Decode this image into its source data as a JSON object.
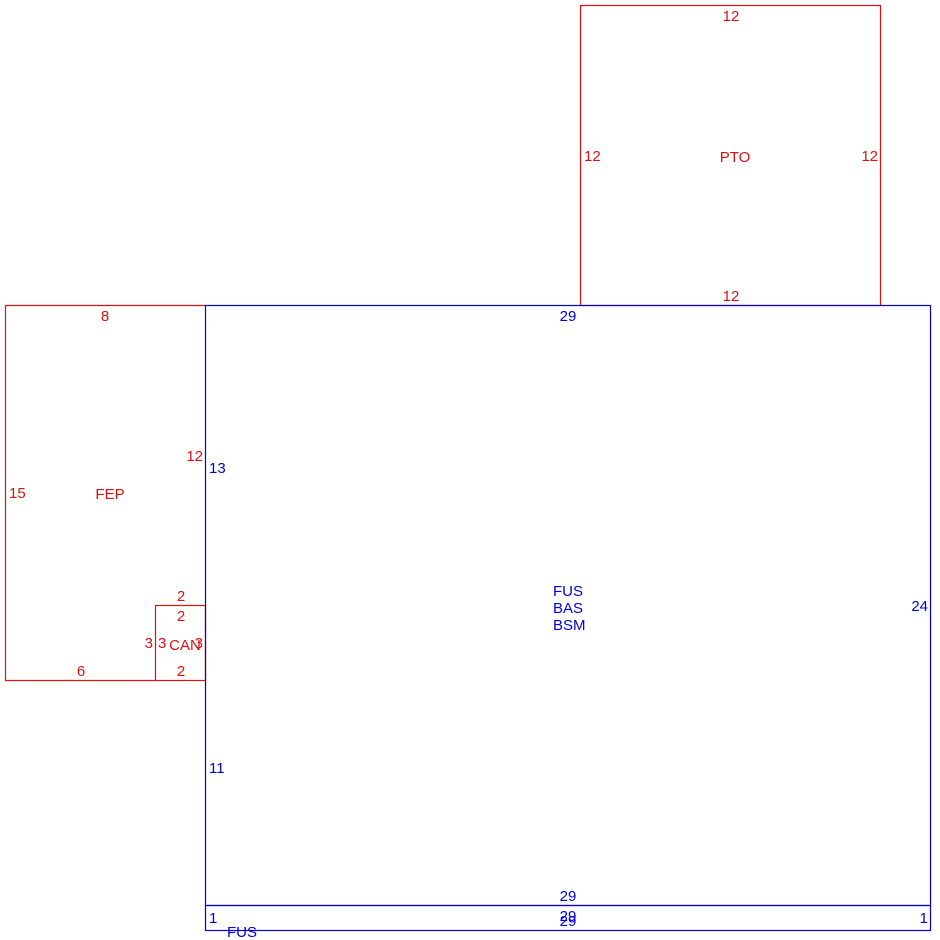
{
  "colors": {
    "outline_red": "#dd1111",
    "outline_blue": "#0000dd",
    "background": "#ffffff"
  },
  "sections": {
    "pto": {
      "code": "PTO",
      "side_top": "12",
      "side_left": "12",
      "side_right": "12",
      "side_bottom": "12"
    },
    "fep": {
      "code": "FEP",
      "side_top": "8",
      "side_left": "15",
      "side_right": "12",
      "side_bottom": "6"
    },
    "can": {
      "code": "CAN",
      "side_top_outer": "2",
      "side_top_inner": "2",
      "side_left_outer": "3",
      "side_left_inner": "3",
      "side_right": "3",
      "side_bottom": "2"
    },
    "main": {
      "code_1": "FUS",
      "code_2": "BAS",
      "code_3": "BSM",
      "side_top": "29",
      "side_left_upper": "13",
      "side_left_lower": "11",
      "side_right": "24",
      "side_bottom": "29"
    },
    "strip": {
      "code": "FUS",
      "side_left": "1",
      "side_right": "1",
      "side_top": "29",
      "side_bottom": "29"
    }
  }
}
